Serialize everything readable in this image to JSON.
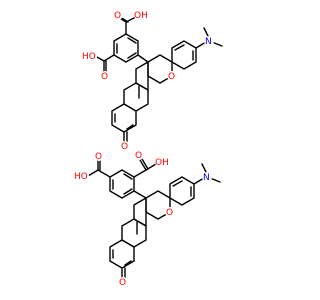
{
  "colors": {
    "background": "#ffffff",
    "bond": "#000000",
    "oxygen": "#ff0000",
    "nitrogen": "#0000ff"
  },
  "molecules": [
    {
      "labels": {
        "cooh_top_o": "O",
        "cooh_top_oh": "OH",
        "cooh_left_ho": "HO",
        "cooh_left_o": "O",
        "nitrogen": "N",
        "ring_oxygen": "O",
        "ketone_oxygen": "O"
      }
    },
    {
      "labels": {
        "cooh_left_ho": "HO",
        "cooh_left_o": "O",
        "cooh_top_o": "O",
        "cooh_top_oh": "OH",
        "nitrogen": "N",
        "ring_oxygen": "O",
        "ketone_oxygen": "O"
      }
    }
  ]
}
